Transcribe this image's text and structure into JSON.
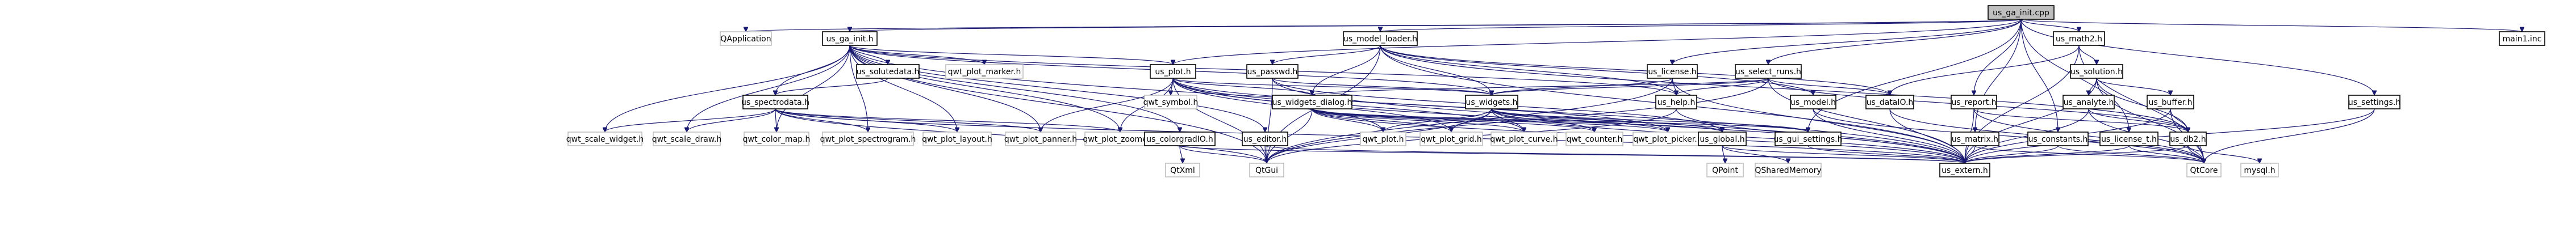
{
  "diagram": {
    "nodes": [
      {
        "id": "us_ga_init",
        "label": "us_ga_init.cpp",
        "kind": "main"
      },
      {
        "id": "qapplication",
        "label": "QApplication",
        "kind": "sys"
      },
      {
        "id": "us_ga_init_h",
        "label": "us_ga_init.h",
        "kind": "doc"
      },
      {
        "id": "us_model_loader",
        "label": "us_model_loader.h",
        "kind": "doc"
      },
      {
        "id": "us_math2",
        "label": "us_math2.h",
        "kind": "doc"
      },
      {
        "id": "main1",
        "label": "main1.inc",
        "kind": "doc"
      },
      {
        "id": "us_solutedata",
        "label": "us_solutedata.h",
        "kind": "doc"
      },
      {
        "id": "qwt_plot_marker",
        "label": "qwt_plot_marker.h",
        "kind": "sys"
      },
      {
        "id": "us_plot",
        "label": "us_plot.h",
        "kind": "doc"
      },
      {
        "id": "us_passwd",
        "label": "us_passwd.h",
        "kind": "doc"
      },
      {
        "id": "us_license",
        "label": "us_license.h",
        "kind": "doc"
      },
      {
        "id": "us_select_runs",
        "label": "us_select_runs.h",
        "kind": "doc"
      },
      {
        "id": "us_solution",
        "label": "us_solution.h",
        "kind": "doc"
      },
      {
        "id": "us_spectrodata",
        "label": "us_spectrodata.h",
        "kind": "doc"
      },
      {
        "id": "qwt_symbol",
        "label": "qwt_symbol.h",
        "kind": "sys"
      },
      {
        "id": "us_widgets_dialog",
        "label": "us_widgets_dialog.h",
        "kind": "doc"
      },
      {
        "id": "us_widgets",
        "label": "us_widgets.h",
        "kind": "doc"
      },
      {
        "id": "us_help",
        "label": "us_help.h",
        "kind": "doc"
      },
      {
        "id": "us_model",
        "label": "us_model.h",
        "kind": "doc"
      },
      {
        "id": "us_dataio",
        "label": "us_dataIO.h",
        "kind": "doc"
      },
      {
        "id": "us_report",
        "label": "us_report.h",
        "kind": "doc"
      },
      {
        "id": "us_analyte",
        "label": "us_analyte.h",
        "kind": "doc"
      },
      {
        "id": "us_buffer",
        "label": "us_buffer.h",
        "kind": "doc"
      },
      {
        "id": "us_settings",
        "label": "us_settings.h",
        "kind": "doc"
      },
      {
        "id": "qwt_scale_widget",
        "label": "qwt_scale_widget.h",
        "kind": "sys"
      },
      {
        "id": "qwt_scale_draw",
        "label": "qwt_scale_draw.h",
        "kind": "sys"
      },
      {
        "id": "qwt_color_map",
        "label": "qwt_color_map.h",
        "kind": "sys"
      },
      {
        "id": "qwt_plot_spectrogram",
        "label": "qwt_plot_spectrogram.h",
        "kind": "sys"
      },
      {
        "id": "qwt_plot_layout",
        "label": "qwt_plot_layout.h",
        "kind": "sys"
      },
      {
        "id": "qwt_plot_panner",
        "label": "qwt_plot_panner.h",
        "kind": "sys"
      },
      {
        "id": "qwt_plot_zoomer",
        "label": "qwt_plot_zoomer.h",
        "kind": "sys"
      },
      {
        "id": "us_colorgradio",
        "label": "us_colorgradIO.h",
        "kind": "doc"
      },
      {
        "id": "us_editor",
        "label": "us_editor.h",
        "kind": "doc"
      },
      {
        "id": "qwt_plot",
        "label": "qwt_plot.h",
        "kind": "sys"
      },
      {
        "id": "qwt_plot_grid",
        "label": "qwt_plot_grid.h",
        "kind": "sys"
      },
      {
        "id": "qwt_plot_curve",
        "label": "qwt_plot_curve.h",
        "kind": "sys"
      },
      {
        "id": "qwt_counter",
        "label": "qwt_counter.h",
        "kind": "sys"
      },
      {
        "id": "qwt_plot_picker",
        "label": "qwt_plot_picker.h",
        "kind": "sys"
      },
      {
        "id": "us_global",
        "label": "us_global.h",
        "kind": "doc"
      },
      {
        "id": "us_gui_settings",
        "label": "us_gui_settings.h",
        "kind": "doc"
      },
      {
        "id": "us_matrix",
        "label": "us_matrix.h",
        "kind": "doc"
      },
      {
        "id": "us_constants",
        "label": "us_constants.h",
        "kind": "doc"
      },
      {
        "id": "us_license_t",
        "label": "us_license_t.h",
        "kind": "doc"
      },
      {
        "id": "us_db2",
        "label": "us_db2.h",
        "kind": "doc"
      },
      {
        "id": "qtxml",
        "label": "QtXml",
        "kind": "sys"
      },
      {
        "id": "qtgui",
        "label": "QtGui",
        "kind": "sys"
      },
      {
        "id": "qpoint",
        "label": "QPoint",
        "kind": "sys"
      },
      {
        "id": "qsharedmemory",
        "label": "QSharedMemory",
        "kind": "sys"
      },
      {
        "id": "us_extern",
        "label": "us_extern.h",
        "kind": "doc"
      },
      {
        "id": "qtcore",
        "label": "QtCore",
        "kind": "sys"
      },
      {
        "id": "mysql",
        "label": "mysql.h",
        "kind": "sys"
      }
    ],
    "edges": [
      [
        "us_ga_init",
        "qapplication"
      ],
      [
        "us_ga_init",
        "us_ga_init_h"
      ],
      [
        "us_ga_init",
        "us_model_loader"
      ],
      [
        "us_ga_init",
        "us_math2"
      ],
      [
        "us_ga_init",
        "main1"
      ],
      [
        "us_ga_init",
        "us_license"
      ],
      [
        "us_ga_init",
        "us_select_runs"
      ],
      [
        "us_ga_init",
        "us_settings"
      ],
      [
        "us_ga_init",
        "us_gui_settings"
      ],
      [
        "us_ga_init",
        "us_matrix"
      ],
      [
        "us_ga_init",
        "us_constants"
      ],
      [
        "us_ga_init",
        "us_license_t"
      ],
      [
        "us_ga_init",
        "us_report"
      ],
      [
        "us_ga_init",
        "us_plot"
      ],
      [
        "us_ga_init_h",
        "us_solutedata"
      ],
      [
        "us_ga_init_h",
        "qwt_plot_marker"
      ],
      [
        "us_ga_init_h",
        "us_plot"
      ],
      [
        "us_ga_init_h",
        "us_spectrodata"
      ],
      [
        "us_ga_init_h",
        "qwt_scale_widget"
      ],
      [
        "us_ga_init_h",
        "qwt_scale_draw"
      ],
      [
        "us_ga_init_h",
        "qwt_color_map"
      ],
      [
        "us_ga_init_h",
        "qwt_plot_spectrogram"
      ],
      [
        "us_ga_init_h",
        "qwt_plot_layout"
      ],
      [
        "us_ga_init_h",
        "qwt_plot_panner"
      ],
      [
        "us_ga_init_h",
        "qwt_plot_zoomer"
      ],
      [
        "us_ga_init_h",
        "us_colorgradio"
      ],
      [
        "us_ga_init_h",
        "us_editor"
      ],
      [
        "us_ga_init_h",
        "qtgui"
      ],
      [
        "us_ga_init_h",
        "us_extern"
      ],
      [
        "us_ga_init_h",
        "us_widgets"
      ],
      [
        "us_ga_init_h",
        "us_help"
      ],
      [
        "us_solutedata",
        "us_spectrodata"
      ],
      [
        "us_spectrodata",
        "qwt_scale_widget"
      ],
      [
        "us_spectrodata",
        "qwt_scale_draw"
      ],
      [
        "us_spectrodata",
        "qwt_color_map"
      ],
      [
        "us_spectrodata",
        "qwt_plot_spectrogram"
      ],
      [
        "us_spectrodata",
        "qwt_plot_layout"
      ],
      [
        "us_spectrodata",
        "qwt_plot_panner"
      ],
      [
        "us_spectrodata",
        "qwt_plot_zoomer"
      ],
      [
        "us_spectrodata",
        "qtgui"
      ],
      [
        "us_spectrodata",
        "us_extern"
      ],
      [
        "us_model_loader",
        "us_passwd"
      ],
      [
        "us_model_loader",
        "us_widgets_dialog"
      ],
      [
        "us_model_loader",
        "us_widgets"
      ],
      [
        "us_model_loader",
        "us_help"
      ],
      [
        "us_model_loader",
        "us_dataio"
      ],
      [
        "us_model_loader",
        "us_db2"
      ],
      [
        "us_model_loader",
        "us_extern"
      ],
      [
        "us_model_loader",
        "us_model"
      ],
      [
        "us_model_loader",
        "qtgui"
      ],
      [
        "us_plot",
        "qwt_symbol"
      ],
      [
        "us_plot",
        "us_widgets_dialog"
      ],
      [
        "us_plot",
        "us_widgets"
      ],
      [
        "us_plot",
        "qwt_plot"
      ],
      [
        "us_plot",
        "qwt_plot_grid"
      ],
      [
        "us_plot",
        "qwt_plot_curve"
      ],
      [
        "us_plot",
        "qwt_plot_picker"
      ],
      [
        "us_plot",
        "us_extern"
      ],
      [
        "us_plot",
        "qtgui"
      ],
      [
        "us_plot",
        "qwt_plot_zoomer"
      ],
      [
        "us_plot",
        "qwt_plot_panner"
      ],
      [
        "us_passwd",
        "us_widgets"
      ],
      [
        "us_passwd",
        "us_global"
      ],
      [
        "us_passwd",
        "us_extern"
      ],
      [
        "us_passwd",
        "qtgui"
      ],
      [
        "us_widgets_dialog",
        "qwt_plot"
      ],
      [
        "us_widgets_dialog",
        "qwt_plot_grid"
      ],
      [
        "us_widgets_dialog",
        "qwt_plot_curve"
      ],
      [
        "us_widgets_dialog",
        "qwt_counter"
      ],
      [
        "us_widgets_dialog",
        "qwt_plot_picker"
      ],
      [
        "us_widgets_dialog",
        "us_global"
      ],
      [
        "us_widgets_dialog",
        "us_extern"
      ],
      [
        "us_widgets_dialog",
        "qtgui"
      ],
      [
        "us_widgets_dialog",
        "us_gui_settings"
      ],
      [
        "us_widgets",
        "qwt_plot"
      ],
      [
        "us_widgets",
        "qwt_plot_grid"
      ],
      [
        "us_widgets",
        "qwt_plot_curve"
      ],
      [
        "us_widgets",
        "qwt_counter"
      ],
      [
        "us_widgets",
        "qwt_plot_picker"
      ],
      [
        "us_widgets",
        "us_global"
      ],
      [
        "us_widgets",
        "us_gui_settings"
      ],
      [
        "us_widgets",
        "us_extern"
      ],
      [
        "us_widgets",
        "qtgui"
      ],
      [
        "us_license",
        "us_widgets"
      ],
      [
        "us_license",
        "us_help"
      ],
      [
        "us_license",
        "us_extern"
      ],
      [
        "us_license",
        "qtgui"
      ],
      [
        "us_select_runs",
        "us_widgets_dialog"
      ],
      [
        "us_select_runs",
        "us_widgets"
      ],
      [
        "us_select_runs",
        "us_help"
      ],
      [
        "us_select_runs",
        "us_dataio"
      ],
      [
        "us_select_runs",
        "us_db2"
      ],
      [
        "us_select_runs",
        "us_extern"
      ],
      [
        "us_select_runs",
        "qtgui"
      ],
      [
        "us_help",
        "us_extern"
      ],
      [
        "us_help",
        "qtgui"
      ],
      [
        "us_model",
        "us_extern"
      ],
      [
        "us_model",
        "qtcore"
      ],
      [
        "us_dataio",
        "us_extern"
      ],
      [
        "us_dataio",
        "qtcore"
      ],
      [
        "us_report",
        "us_db2"
      ],
      [
        "us_report",
        "us_extern"
      ],
      [
        "us_report",
        "qtcore"
      ],
      [
        "us_math2",
        "us_solution"
      ],
      [
        "us_math2",
        "us_dataio"
      ],
      [
        "us_math2",
        "us_extern"
      ],
      [
        "us_math2",
        "qtcore"
      ],
      [
        "us_solution",
        "us_analyte"
      ],
      [
        "us_solution",
        "us_buffer"
      ],
      [
        "us_solution",
        "us_db2"
      ],
      [
        "us_solution",
        "us_extern"
      ],
      [
        "us_solution",
        "qtcore"
      ],
      [
        "us_analyte",
        "us_db2"
      ],
      [
        "us_analyte",
        "us_extern"
      ],
      [
        "us_analyte",
        "qtcore"
      ],
      [
        "us_buffer",
        "us_db2"
      ],
      [
        "us_buffer",
        "us_extern"
      ],
      [
        "us_buffer",
        "qtcore"
      ],
      [
        "us_settings",
        "us_extern"
      ],
      [
        "us_settings",
        "qtcore"
      ],
      [
        "us_global",
        "qpoint"
      ],
      [
        "us_global",
        "qsharedmemory"
      ],
      [
        "us_global",
        "us_extern"
      ],
      [
        "us_gui_settings",
        "us_extern"
      ],
      [
        "us_matrix",
        "us_extern"
      ],
      [
        "us_matrix",
        "qtcore"
      ],
      [
        "us_constants",
        "us_extern"
      ],
      [
        "us_constants",
        "qtcore"
      ],
      [
        "us_license_t",
        "us_extern"
      ],
      [
        "us_license_t",
        "qtcore"
      ],
      [
        "us_db2",
        "us_extern"
      ],
      [
        "us_db2",
        "qtcore"
      ],
      [
        "us_db2",
        "mysql"
      ],
      [
        "us_colorgradio",
        "qtxml"
      ],
      [
        "us_colorgradio",
        "qtgui"
      ],
      [
        "us_colorgradio",
        "us_extern"
      ],
      [
        "us_editor",
        "us_extern"
      ],
      [
        "us_editor",
        "qtgui"
      ]
    ]
  }
}
